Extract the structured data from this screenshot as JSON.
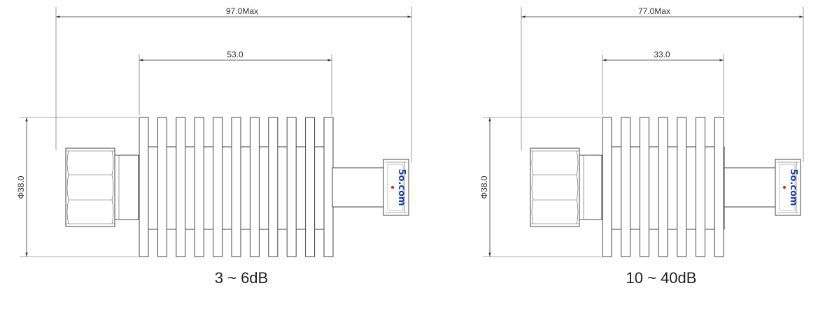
{
  "drawings": [
    {
      "overall_length": "97.0Max",
      "finned_length": "53.0",
      "diameter": "Φ38.0",
      "caption": "3 ~ 6dB",
      "logo": "5o.com"
    },
    {
      "overall_length": "77.0Max",
      "finned_length": "33.0",
      "diameter": "Φ38.0",
      "caption": "10 ~ 40dB",
      "logo": "5o.com"
    }
  ]
}
